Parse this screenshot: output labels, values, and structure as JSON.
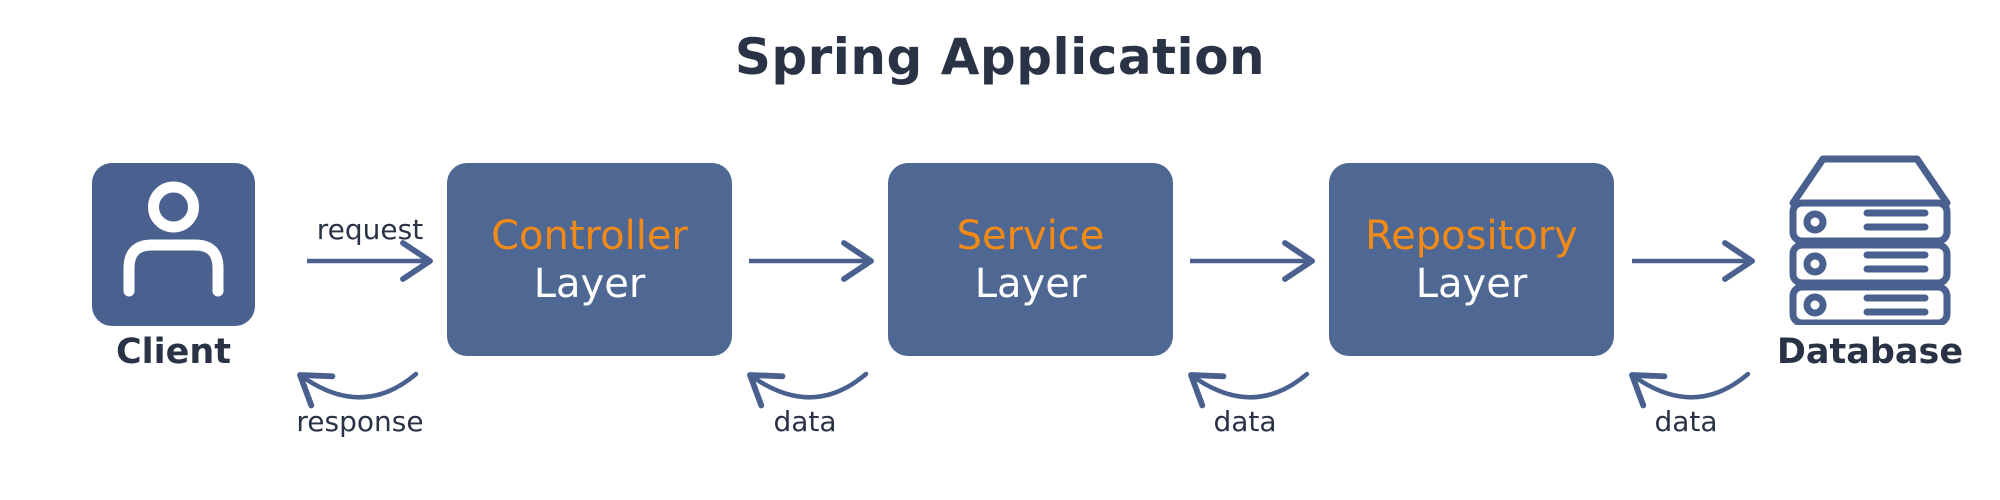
{
  "title": "Spring Application",
  "client": {
    "label": "Client",
    "icon": "user-icon"
  },
  "database": {
    "label": "Database",
    "icon": "database-server-icon"
  },
  "layers": [
    {
      "name": "Controller",
      "suffix": "Layer"
    },
    {
      "name": "Service",
      "suffix": "Layer"
    },
    {
      "name": "Repository",
      "suffix": "Layer"
    }
  ],
  "flows": {
    "request_label": "request",
    "return_labels": [
      "response",
      "data",
      "data",
      "data"
    ]
  },
  "colors": {
    "box_fill": "#4f6793",
    "accent_orange": "#f28a17",
    "arrow": "#4a6190",
    "text_dark": "#2a3346"
  }
}
